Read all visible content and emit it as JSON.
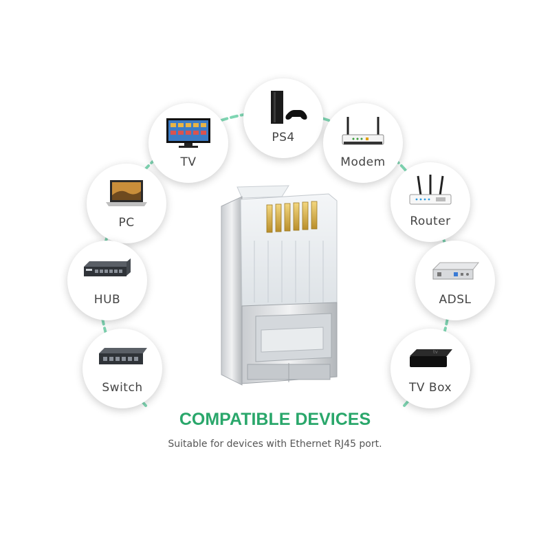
{
  "devices": {
    "ps4": "PS4",
    "tv": "TV",
    "modem": "Modem",
    "pc": "PC",
    "router": "Router",
    "hub": "HUB",
    "adsl": "ADSL",
    "switch": "Switch",
    "tvbox": "TV Box"
  },
  "heading": "COMPATIBLE DEVICES",
  "subheading": "Suitable for devices with Ethernet RJ45 port.",
  "colors": {
    "accent": "#2aa76b",
    "arc": "#7fd6b3"
  }
}
